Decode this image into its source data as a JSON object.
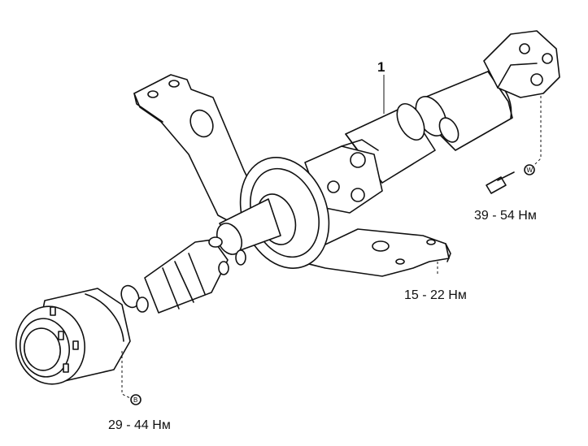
{
  "callouts": {
    "part_number": "1"
  },
  "torque_labels": {
    "rear_flange": "39 - 54 Нм",
    "center_bearing": "15 - 22 Нм",
    "front_flange": "29 - 44 Нм"
  },
  "markers": {
    "rear": "W",
    "front": "B"
  }
}
